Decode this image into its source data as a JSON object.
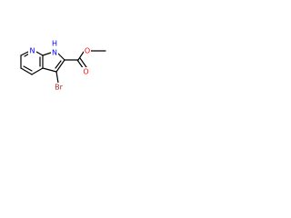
{
  "molecule": {
    "atoms": {
      "n_pyridine": {
        "label": "N",
        "color": "#0000ff"
      },
      "nh": {
        "label": "N",
        "color": "#0000ff"
      },
      "nh_h": {
        "label": "H",
        "color": "#0000ff"
      },
      "o_carbonyl": {
        "label": "O",
        "color": "#ff0000"
      },
      "o_ester": {
        "label": "O",
        "color": "#ff0000"
      },
      "br": {
        "label": "Br",
        "color": "#a52a2a"
      }
    }
  }
}
